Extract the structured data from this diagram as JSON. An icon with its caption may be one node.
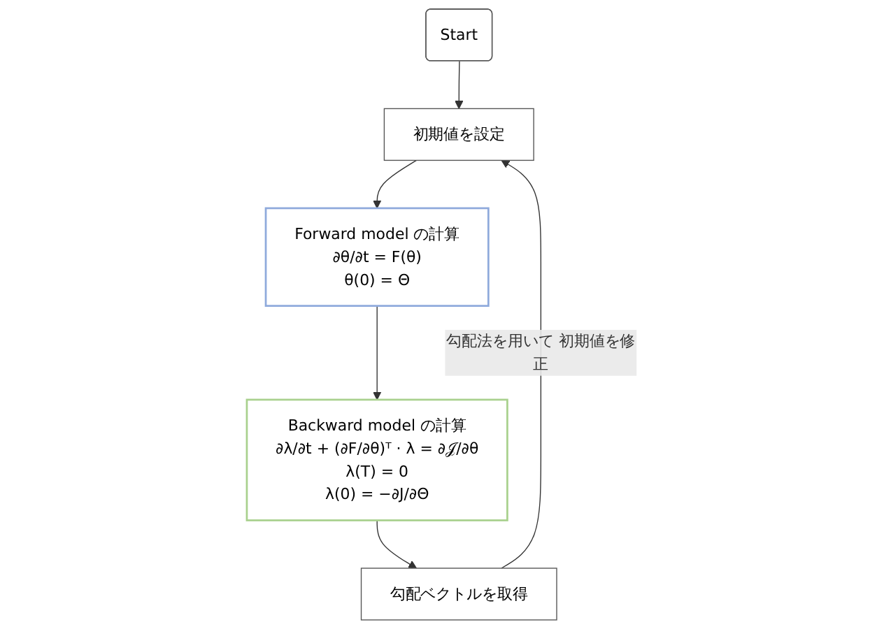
{
  "diagram": {
    "nodes": [
      {
        "text": [
          "Start"
        ]
      },
      {
        "text": [
          "初期値を設定"
        ]
      },
      {
        "text": [
          "Forward model の計算",
          "∂θ/∂t = F(θ)",
          "θ(0) = Θ"
        ]
      },
      {
        "text": [
          "Backward model の計算",
          "∂λ/∂t + (∂F/∂θ)ᵀ · λ = ∂𝒥/∂θ",
          "λ(T) = 0",
          "λ(0) = −∂J/∂Θ"
        ]
      },
      {
        "text": [
          "勾配ベクトルを取得"
        ]
      }
    ],
    "edges": [
      {
        "from": 0,
        "to": 1,
        "arrow": "to"
      },
      {
        "from": 1,
        "to": 2,
        "arrow": "to"
      },
      {
        "from": 2,
        "to": 3,
        "arrow": "to"
      },
      {
        "from": 3,
        "to": 4,
        "arrow": "to"
      },
      {
        "from": 4,
        "to": 1,
        "arrow": "to",
        "label": "勾配法を用いて 初期値を修正"
      }
    ]
  }
}
